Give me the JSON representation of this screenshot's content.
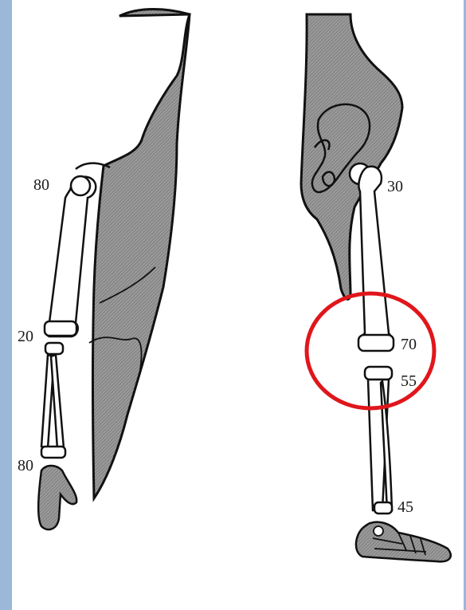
{
  "figure": {
    "colors": {
      "frame": "#9bb8d9",
      "paper": "#ffffff",
      "body_fill": "#8a8a8a",
      "outline": "#111111",
      "bone": "#ffffff",
      "highlight": "#e0161b"
    },
    "arm": {
      "label_shoulder": "80",
      "label_elbow": "20",
      "label_wrist": "80"
    },
    "leg": {
      "label_hip": "30",
      "label_knee_distal_femur": "70",
      "label_knee_proximal_tibia": "55",
      "label_ankle": "45"
    },
    "highlight_shape": "ellipse"
  }
}
